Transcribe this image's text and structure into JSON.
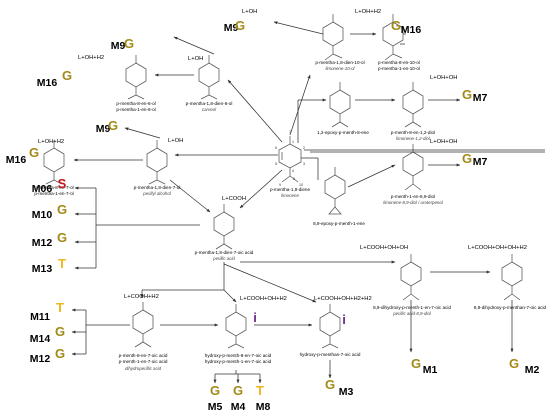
{
  "colors": {
    "G": "#a38a17",
    "S": "#c0161b",
    "T": "#f2b51b",
    "i": "#6c2a8e"
  },
  "reactions": {
    "r1": "L+OH",
    "r2": "L+OH+H2",
    "r3": "L+OH",
    "r4": "L+OH+H2",
    "r5": "L+OH",
    "r6": "L+OH+H2",
    "r7": "L+OH+OH",
    "r8": "L+OH+OH",
    "r9": "L+COOH",
    "r10": "L+COOH+OH+OH",
    "r11": "L+COOH+OH+OH+H2",
    "r12": "L+COOH+H2",
    "r13": "L+COOH+OH+H2",
    "r14": "L+COOH+OH+H2+H2"
  },
  "metabolites": {
    "M9a": "M9",
    "M16a": "M16",
    "M9b": "M9",
    "M16b": "M16",
    "M9c": "M9",
    "M16c": "M16",
    "M7a": "M7",
    "M7b": "M7",
    "M06": "M06",
    "M10": "M10",
    "M12a": "M12",
    "M13": "M13",
    "M1": "M1",
    "M2": "M2",
    "M11": "M11",
    "M14": "M14",
    "M12b": "M12",
    "M5": "M5",
    "M4": "M4",
    "M8": "M8",
    "M3": "M3"
  },
  "tags": {
    "t_M9a": "G",
    "t_M16a": "G",
    "t_M9b": "G",
    "t_M16b": "G",
    "t_M9c": "G",
    "t_M16c": "G",
    "t_M7a": "G",
    "t_M7b": "G",
    "t_M06": "S",
    "t_M10": "G",
    "t_M12a": "G",
    "t_M13": "T",
    "t_M1": "G",
    "t_M2": "G",
    "t_M11": "T",
    "t_M14": "G",
    "t_M12b": "G",
    "t_M5": "G",
    "t_M4": "G",
    "t_M8": "T",
    "t_M3": "G",
    "t_i1": "i",
    "t_i2": "i"
  },
  "compounds": {
    "c_limonene": [
      "p-mentha-1,8-diene",
      "limonene"
    ],
    "c_lim10": [
      "p-mentha-1,8-dien-10-ol",
      "limonene-10-ol"
    ],
    "c_m10": [
      "p-mentha-8-en-10-ol",
      "p-mentha-1-en-10-ol"
    ],
    "c_carveol": [
      "p-mentha-1,8-dien-6-ol",
      "carveol"
    ],
    "c_m6": [
      "p-mentha-8-en-6-ol",
      "p-mentha-1-en-6-ol"
    ],
    "c_perillyl": [
      "p-mentha-1,8-dien-7-ol",
      "perillyl alcohol"
    ],
    "c_m7": [
      "p-mentha-8-en-7-ol",
      "p-mentha-1-en-7-ol"
    ],
    "c_epoxy12": [
      "1,2-epoxy-p-menth-8-ene"
    ],
    "c_diol12": [
      "p-menth-8-en-1,2-diol",
      "limonene-1,2-diol"
    ],
    "c_epoxy89": [
      "8,9-epoxy-p-menth-1-ene"
    ],
    "c_diol89": [
      "p-menth-1-en-8,9-diol",
      "limonene-8,9-diol / uroterpenol"
    ],
    "c_perillic": [
      "p-mentha-1,8-dien-7-oic acid",
      "perillic acid"
    ],
    "c_dihydroxy1": [
      "8,9-dihydroxy-p-menth-1-en-7-oic acid",
      "perillic acid-8,9-diol"
    ],
    "c_dihydroxy2": [
      "8,9-dihydroxy-p-menthan-7-oic acid"
    ],
    "c_dihydro": [
      "p-menth-8-en-7-oic acid",
      "p-menth-1-en-7-oic acid",
      "dihydroperillic acid"
    ],
    "c_hydroxy": [
      "hydroxy-p-menth-8-en-7-oic acid",
      "hydroxy-p-menth-1-en-7-oic acid"
    ],
    "c_menthanoic": [
      "hydroxy-p-menthan-7-oic acid"
    ]
  },
  "atom_numbers": [
    "7",
    "1",
    "2",
    "3",
    "4",
    "5",
    "6",
    "8",
    "9",
    "10"
  ]
}
